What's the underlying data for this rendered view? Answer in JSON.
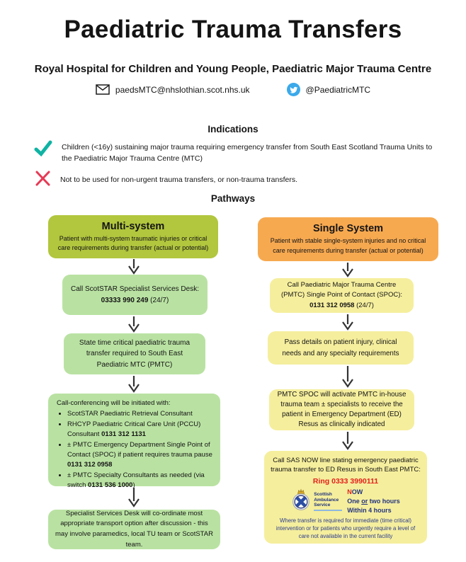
{
  "header": {
    "title": "Paediatric Trauma Transfers",
    "subtitle": "Royal Hospital for Children and Young People, Paediatric Major Trauma Centre",
    "email": "paedsMTC@nhslothian.scot.nhs.uk",
    "twitter": "@PaediatricMTC"
  },
  "indications": {
    "heading": "Indications",
    "include": "Children (<16y) sustaining major trauma requiring emergency transfer from South East Scotland Trauma Units to the Paediatric Major Trauma Centre (MTC)",
    "exclude": "Not to be used for non-urgent trauma transfers, or non-trauma transfers."
  },
  "pathways": {
    "heading": "Pathways",
    "multi": {
      "header_title": "Multi-system",
      "header_body": "Patient with multi-system traumatic injuries or critical care requirements during transfer (actual or potential)",
      "step1_line1": "Call ScotSTAR Specialist Services Desk:",
      "step1_phone": "03333 990 249",
      "step1_hours": " (24/7)",
      "step2": "State time critical paediatric trauma transfer required to South East Paediatric MTC (PMTC)",
      "conf_intro": "Call-conferencing will be initiated with:",
      "conf_b1": "ScotSTAR Paediatric Retrieval Consultant",
      "conf_b2_pre": "RHCYP Paediatric Critical Care Unit (PCCU) Consultant ",
      "conf_b2_phone": "0131 312 1131",
      "conf_b3_pre": "± PMTC Emergency Department Single Point of Contact (SPOC) if patient requires trauma pause ",
      "conf_b3_phone": "0131 312 0958",
      "conf_b4_pre": "± PMTC Specialty Consultants as needed (via switch ",
      "conf_b4_phone": "0131 536 1000",
      "conf_b4_post": ")",
      "step4": "Specialist Services Desk will co-ordinate most appropriate transport option after discussion - this may involve paramedics, local TU team or ScotSTAR team."
    },
    "single": {
      "header_title": "Single System",
      "header_body": "Patient with stable single-system injuries and no critical care requirements during transfer (actual or potential)",
      "step1_pre": "Call Paediatric Major Trauma Centre (PMTC) Single Point of Contact (SPOC): ",
      "step1_phone": "0131 312 0958",
      "step1_hours": " (24/7)",
      "step2": "Pass details on patient injury, clinical needs and any specialty requirements",
      "step3": "PMTC SPOC will activate PMTC in-house trauma team ± specialists to receive the patient in Emergency Department (ED) Resus as clinically indicated",
      "sas_intro": "Call SAS NOW line stating emergency paediatric trauma transfer to ED Resus in South East PMTC:",
      "sas_ring": "Ring 0333 3990111",
      "sas_now_n": "N",
      "sas_now_ow": "OW",
      "sas_hours1_pre": "One ",
      "sas_hours1_or": "or",
      "sas_hours1_post": " two hours",
      "sas_hours2": "Within 4 hours",
      "sas_logo_l1": "Scottish",
      "sas_logo_l2": "Ambulance",
      "sas_logo_l3": "Service",
      "sas_footnote": "Where transfer is required for immediate (time critical) intervention or for patients who urgently require a level of care not available in the current facility"
    }
  },
  "colors": {
    "multi_header": "#b2c63e",
    "multi_steps": "#b9e2a2",
    "single_header": "#f7a950",
    "single_steps": "#f5ee9d",
    "check": "#10b3a3",
    "cross": "#e63a55",
    "twitter_blue": "#3ba9ea",
    "ring_red": "#e5201c",
    "sas_navy": "#24357f"
  }
}
